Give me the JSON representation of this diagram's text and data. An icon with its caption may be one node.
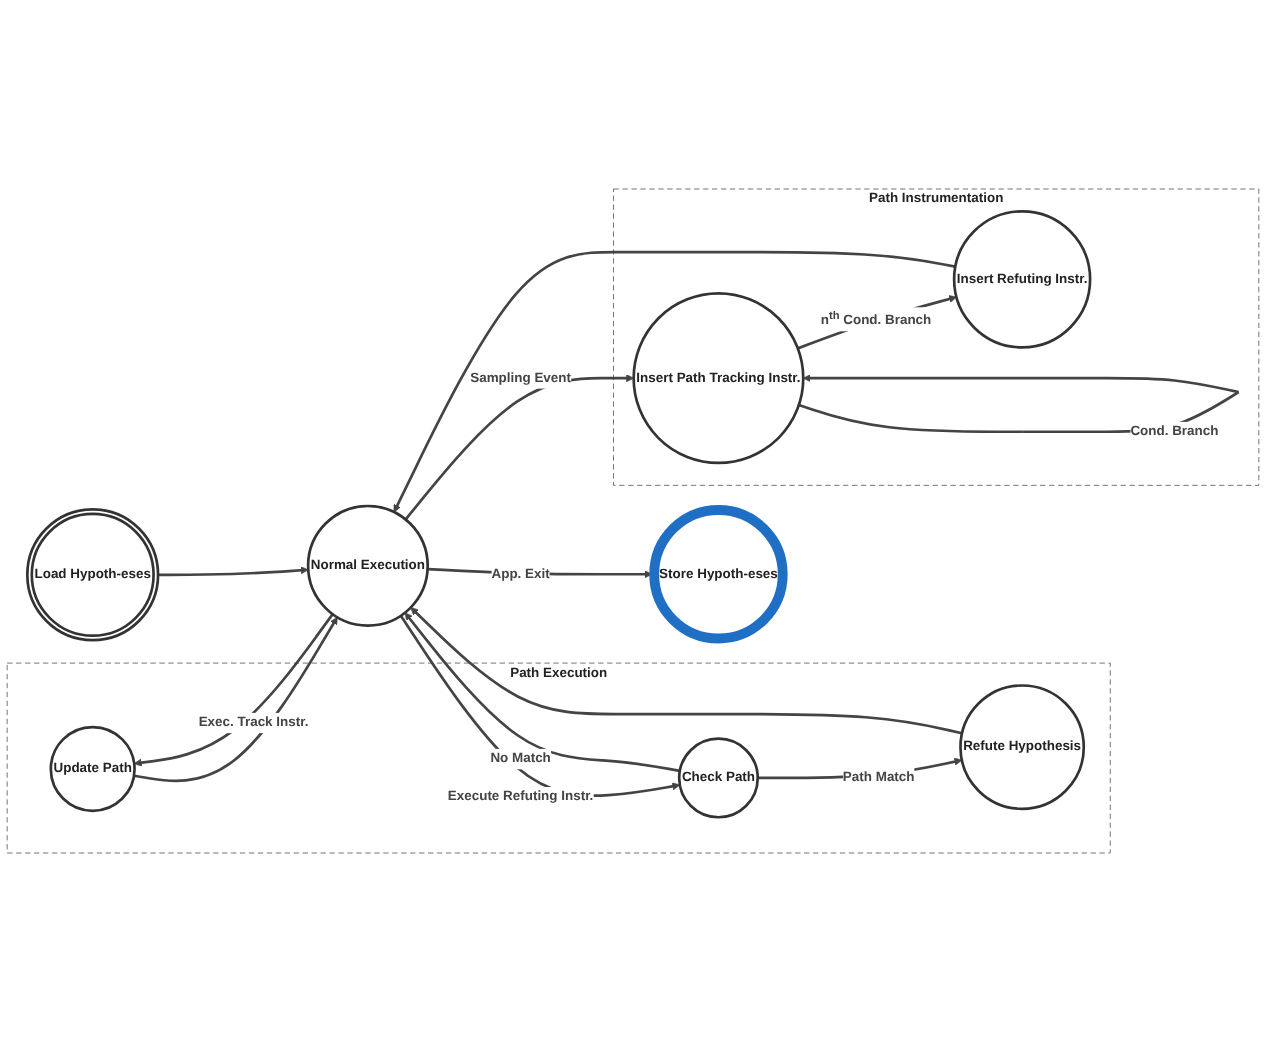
{
  "diagram": {
    "nodes": [
      {
        "text": [
          "Path Execution"
        ]
      },
      {
        "text": [
          "Update Path"
        ],
        "in": 0
      },
      {
        "text": [
          "Refute Hypothesis"
        ],
        "in": 0
      },
      {
        "text": [
          "Check Path"
        ],
        "in": 0
      },
      {
        "text": [
          "Load Hypoth-eses"
        ]
      },
      {
        "text": [
          "Normal Execution"
        ]
      },
      {
        "text": [
          "Store Hypoth-eses"
        ]
      },
      {
        "text": [
          "Path Instrumentation"
        ]
      },
      {
        "text": [
          "Insert Path Tracking Instr."
        ],
        "in": 7
      },
      {
        "text": [
          "Insert Refuting Instr."
        ],
        "in": 7
      }
    ],
    "edges": [
      {
        "from": 4,
        "to": 5,
        "arrow": "to"
      },
      {
        "from": 5,
        "to": 1,
        "arrow": "to",
        "label": "Exec. Track Instr."
      },
      {
        "from": 1,
        "to": 5,
        "arrow": "to"
      },
      {
        "from": 2,
        "to": 5,
        "arrow": "to"
      },
      {
        "from": 3,
        "to": 5,
        "arrow": "to",
        "label": "No Match"
      },
      {
        "from": 5,
        "to": 3,
        "arrow": "to",
        "label": "Execute Refuting Instr."
      },
      {
        "from": 3,
        "to": 2,
        "arrow": "to",
        "label": "Path Match"
      },
      {
        "from": 5,
        "to": 6,
        "arrow": "to",
        "label": "App. Exit"
      },
      {
        "from": 5,
        "to": 8,
        "arrow": "to",
        "label": "Sampling Event"
      },
      {
        "from": 8,
        "to": 8,
        "arrow": "to",
        "label": "Cond. Branch"
      },
      {
        "from": 8,
        "to": 9,
        "arrow": "to",
        "label": "n$^{th}$ Cond. Branch"
      },
      {
        "from": 9,
        "to": 5,
        "arrow": "to"
      }
    ]
  }
}
